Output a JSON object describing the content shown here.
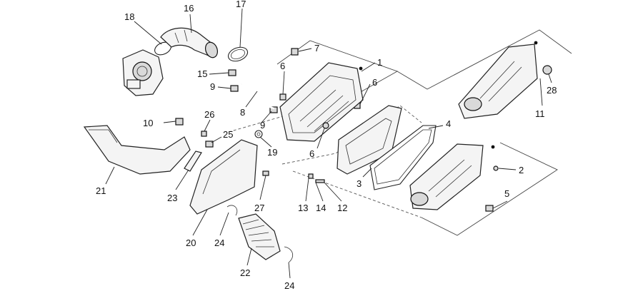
{
  "callouts": {
    "c1": "1",
    "c2": "2",
    "c3": "3",
    "c4": "4",
    "c5": "5",
    "c6a": "6",
    "c6b": "6",
    "c6c": "6",
    "c7": "7",
    "c8": "8",
    "c9a": "9",
    "c9b": "9",
    "c10": "10",
    "c11": "11",
    "c12": "12",
    "c13": "13",
    "c14": "14",
    "c15": "15",
    "c16": "16",
    "c17": "17",
    "c18": "18",
    "c19": "19",
    "c20": "20",
    "c21": "21",
    "c22": "22",
    "c23": "23",
    "c24a": "24",
    "c24b": "24",
    "c25": "25",
    "c26": "26",
    "c27": "27",
    "c28": "28"
  }
}
